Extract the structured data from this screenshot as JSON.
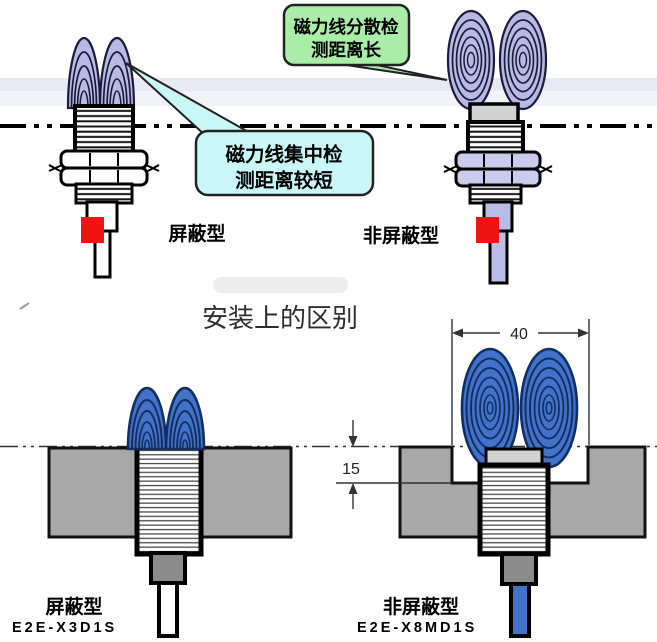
{
  "callouts": {
    "dispersed": {
      "text_line1": "磁力线分散检",
      "text_line2": "测距离长",
      "fill": "#a9eda9"
    },
    "concentrated": {
      "text_line1": "磁力线集中检",
      "text_line2": "测距离较短",
      "fill": "#c9f6f6"
    }
  },
  "top_section": {
    "shielded_label": "屏蔽型",
    "unshielded_label": "非屏蔽型"
  },
  "middle_title": "安装上的区别",
  "bottom_section": {
    "shielded": {
      "label": "屏蔽型",
      "model": "E2E-X3D1S"
    },
    "unshielded": {
      "label": "非屏蔽型",
      "model": "E2E-X8MD1S"
    },
    "dim_width": "40",
    "dim_depth": "15"
  },
  "colors": {
    "field_lavender": "#b7bae4",
    "lavender_part": "#b9bce6",
    "field_blue": "#4273c8",
    "block_gray": "#a8a8a8",
    "connector_gray": "#8c8c8c",
    "cap_gray": "#d2d2d2",
    "red_marker": "#ee1414",
    "cable_blue": "#4273c8"
  }
}
